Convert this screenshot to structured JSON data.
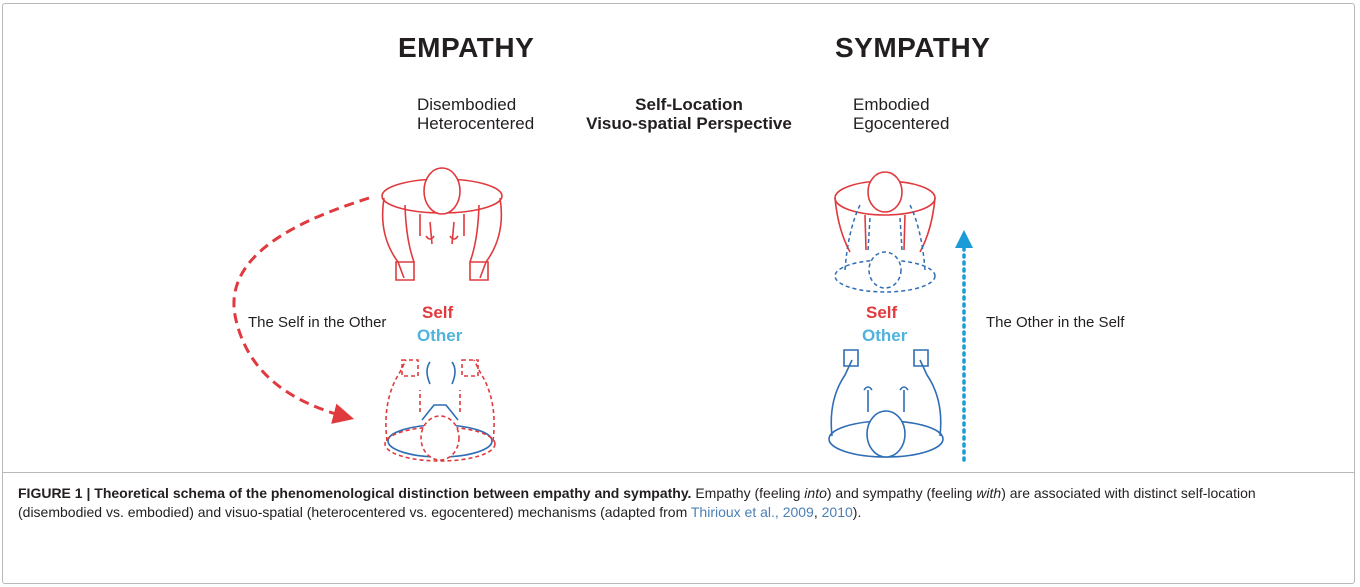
{
  "figure": {
    "left_title": "EMPATHY",
    "right_title": "SYMPATHY",
    "left_label_line1": "Disembodied",
    "left_label_line2": "Heterocentered",
    "center_label_line1": "Self-Location",
    "center_label_line2": "Visuo-spatial Perspective",
    "right_label_line1": "Embodied",
    "right_label_line2": "Egocentered",
    "left_self": "Self",
    "left_other": "Other",
    "right_self": "Self",
    "right_other": "Other",
    "left_arrow_label": "The Self in the Other",
    "right_arrow_label": "The Other in the Self",
    "colors": {
      "self": "#e03a3e",
      "other": "#4fb3dc",
      "other_arrow": "#1b9bd7",
      "body_blue": "#2f6db5"
    }
  },
  "caption": {
    "label": "FIGURE 1 | Theoretical schema of the phenomenological distinction between empathy and sympathy.",
    "text_part1": " Empathy (feeling ",
    "em1": "into",
    "text_part2": ") and sympathy (feeling ",
    "em2": "with",
    "text_part3": ") are associated with distinct self-location (disembodied vs. embodied) and visuo-spatial (heterocentered vs. egocentered) mechanisms (adapted from ",
    "cite1": "Thirioux et al., 2009",
    "text_part4": ", ",
    "cite2": "2010",
    "text_part5": ")."
  }
}
